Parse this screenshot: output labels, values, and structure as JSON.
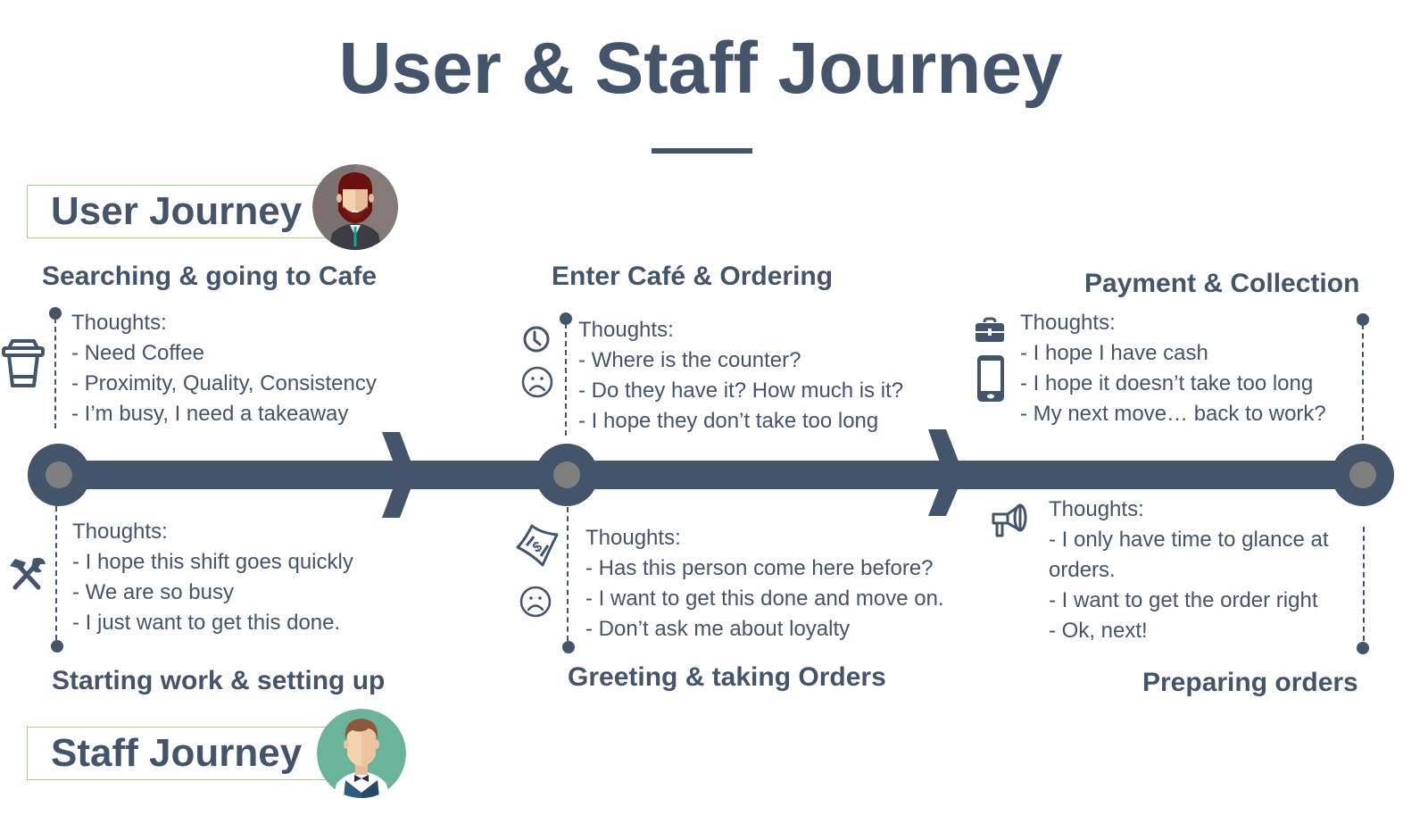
{
  "title": "User & Staff Journey",
  "user_journey": {
    "label": "User Journey",
    "avatar_icon": "bearded-man-avatar-icon",
    "stages": [
      {
        "title": "Searching & going to Cafe",
        "heading": "Thoughts:",
        "thoughts": [
          "- Need Coffee",
          "- Proximity, Quality, Consistency",
          "- I’m busy, I need a takeaway"
        ],
        "icons": [
          "coffee-cup-icon"
        ]
      },
      {
        "title": "Enter Café & Ordering",
        "heading": "Thoughts:",
        "thoughts": [
          "- Where is the counter?",
          "- Do they have it? How much is it?",
          "- I hope they don’t take too long"
        ],
        "icons": [
          "clock-icon",
          "sad-face-icon"
        ]
      },
      {
        "title": "Payment & Collection",
        "heading": "Thoughts:",
        "thoughts": [
          "- I hope I have cash",
          "- I hope it doesn’t take too long",
          "- My next move… back to work?"
        ],
        "icons": [
          "briefcase-icon",
          "smartphone-icon"
        ]
      }
    ]
  },
  "staff_journey": {
    "label": "Staff Journey",
    "avatar_icon": "waiter-avatar-icon",
    "stages": [
      {
        "title": "Starting work & setting up",
        "heading": "Thoughts:",
        "thoughts": [
          "- I hope this shift goes quickly",
          "- We are so busy",
          "- I just want to get this done."
        ],
        "icons": [
          "hammer-wrench-icon"
        ]
      },
      {
        "title": "Greeting & taking Orders",
        "heading": "Thoughts:",
        "thoughts": [
          "- Has this person come here before?",
          "- I want to get this done and move on.",
          "- Don’t ask me about loyalty"
        ],
        "icons": [
          "money-bill-icon",
          "sad-face-icon"
        ]
      },
      {
        "title": "Preparing orders",
        "heading": "Thoughts:",
        "thoughts": [
          "- I only have time to glance at",
          "orders.",
          "- I want to get the order right",
          "- Ok, next!"
        ],
        "icons": [
          "megaphone-icon"
        ]
      }
    ]
  },
  "colors": {
    "primary": "#44546a",
    "node_center": "#7f7f7f",
    "label_border": "#a9d18e",
    "user_avatar_bg": "#7b7170",
    "staff_avatar_bg": "#6bb39a"
  }
}
